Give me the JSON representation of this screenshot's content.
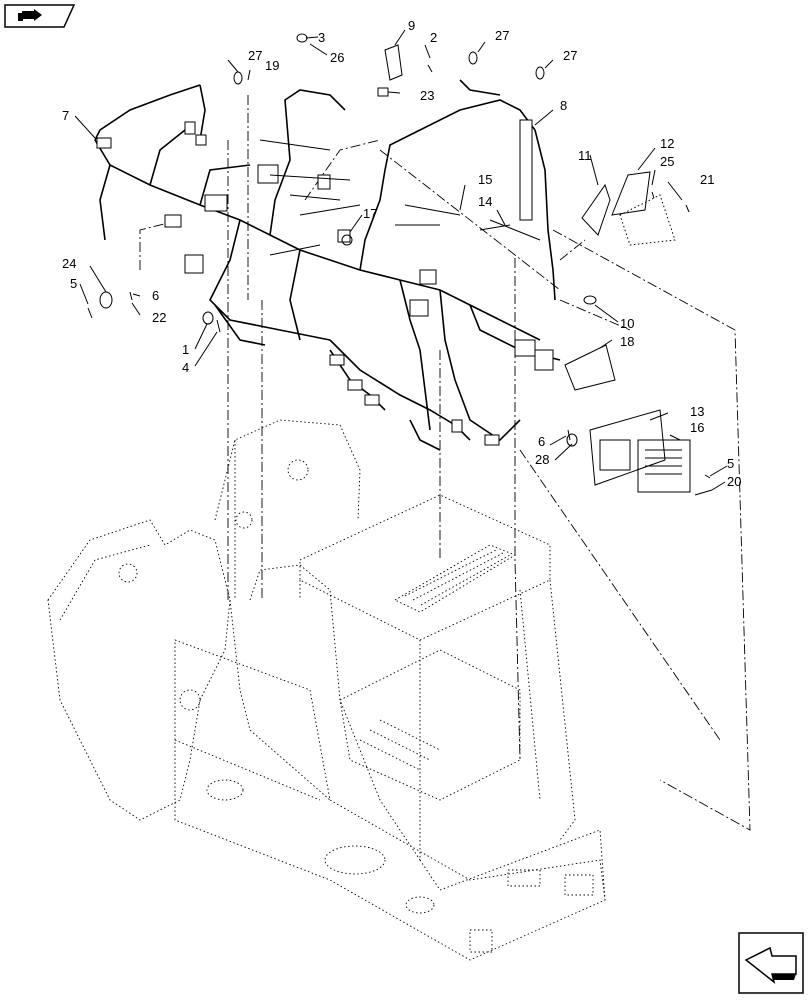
{
  "icons": {
    "top_left": "book-arrow-icon",
    "bottom_right": "next-page-arrow-icon"
  },
  "callouts": [
    {
      "id": "c1",
      "label": "1"
    },
    {
      "id": "c2",
      "label": "2"
    },
    {
      "id": "c3",
      "label": "3"
    },
    {
      "id": "c4",
      "label": "4"
    },
    {
      "id": "c5a",
      "label": "5"
    },
    {
      "id": "c5b",
      "label": "5"
    },
    {
      "id": "c6a",
      "label": "6"
    },
    {
      "id": "c6b",
      "label": "6"
    },
    {
      "id": "c7",
      "label": "7"
    },
    {
      "id": "c8",
      "label": "8"
    },
    {
      "id": "c9",
      "label": "9"
    },
    {
      "id": "c10",
      "label": "10"
    },
    {
      "id": "c11",
      "label": "11"
    },
    {
      "id": "c12",
      "label": "12"
    },
    {
      "id": "c13",
      "label": "13"
    },
    {
      "id": "c14",
      "label": "14"
    },
    {
      "id": "c15",
      "label": "15"
    },
    {
      "id": "c16",
      "label": "16"
    },
    {
      "id": "c17",
      "label": "17"
    },
    {
      "id": "c18",
      "label": "18"
    },
    {
      "id": "c19",
      "label": "19"
    },
    {
      "id": "c20",
      "label": "20"
    },
    {
      "id": "c21",
      "label": "21"
    },
    {
      "id": "c22",
      "label": "22"
    },
    {
      "id": "c23",
      "label": "23"
    },
    {
      "id": "c24",
      "label": "24"
    },
    {
      "id": "c25",
      "label": "25"
    },
    {
      "id": "c26",
      "label": "26"
    },
    {
      "id": "c27a",
      "label": "27"
    },
    {
      "id": "c27b",
      "label": "27"
    },
    {
      "id": "c27c",
      "label": "27"
    },
    {
      "id": "c28",
      "label": "28"
    }
  ]
}
